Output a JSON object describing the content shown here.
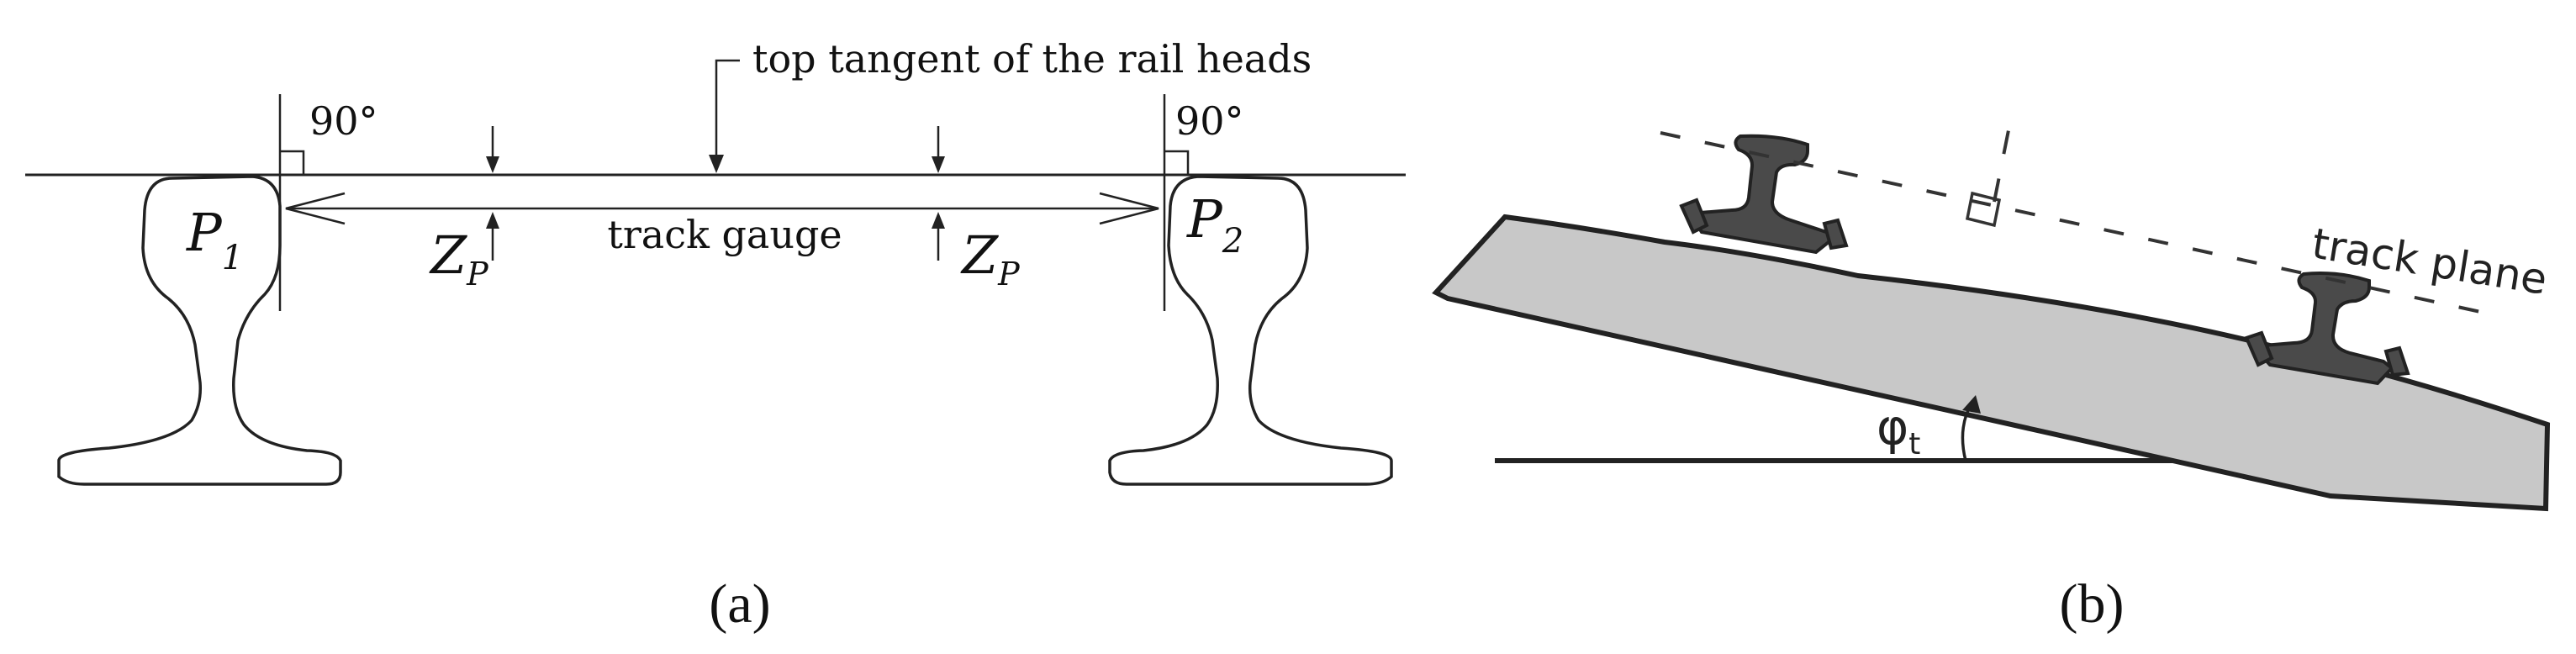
{
  "panel_a": {
    "tangent_label": "top tangent of the rail heads",
    "angle_left": "90°",
    "angle_right": "90°",
    "gauge_label": "track gauge",
    "point_left": {
      "main": "P",
      "sub": "1"
    },
    "point_right": {
      "main": "P",
      "sub": "2"
    },
    "z_left": {
      "main": "Z",
      "sub": "P"
    },
    "z_right": {
      "main": "Z",
      "sub": "P"
    },
    "caption": "(a)"
  },
  "panel_b": {
    "plane_label": "track plane",
    "angle_label": {
      "main": "φ",
      "sub": "t"
    },
    "caption": "(b)"
  },
  "colors": {
    "line": "#222222",
    "fill_gray": "#c8c8c8",
    "rail_dark": "#4a4a4a"
  }
}
